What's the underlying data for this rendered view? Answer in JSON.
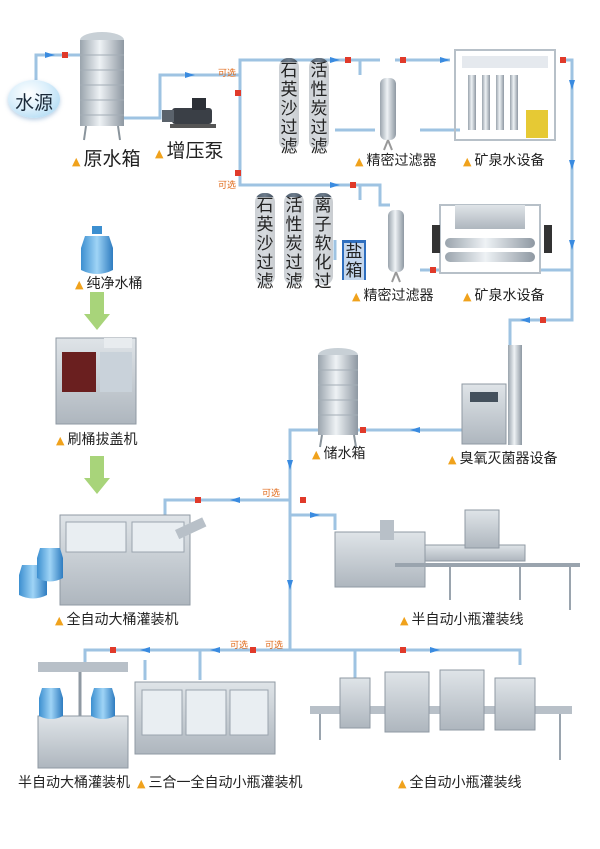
{
  "water_source": "水源",
  "raw_tank": "原水箱",
  "booster_pump": "增压泵",
  "optional": "可选",
  "filters_row1": [
    "石英沙过滤",
    "活性炭过滤"
  ],
  "filters_row2": [
    "石英沙过滤",
    "活性炭过滤",
    "离子软化过"
  ],
  "salt_tank": "盐箱",
  "precision_filter": "精密过滤器",
  "mineral_equipment": "矿泉水设备",
  "pure_bucket": "纯净水桶",
  "bucket_brush": "刷桶拔盖机",
  "storage_tank": "储水箱",
  "ozone_sterilizer": "臭氧灭菌器设备",
  "full_auto_bucket": "全自动大桶灌装机",
  "semi_auto_bottle": "半自动小瓶灌装线",
  "semi_auto_bucket": "半自动大桶灌装机",
  "three_in_one": "三合一全自动小瓶灌装机",
  "full_auto_bottle": "全自动小瓶灌装线",
  "colors": {
    "pipe": "#9ec3e2",
    "arrow": "#3a8be0",
    "valve": "#e03a2a",
    "marker": "#f0a21c",
    "optional": "#e06a1a",
    "steel": "#c9d1d8"
  }
}
